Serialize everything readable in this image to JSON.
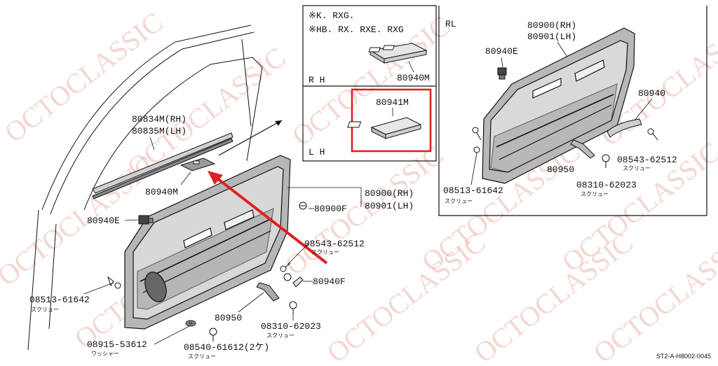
{
  "inset": {
    "rh_models_line1": "※K. RXG.",
    "rh_models_line2": "※HB. RX. RXE. RXG",
    "rh_tag": "R H",
    "rh_part": "80940M",
    "lh_tag": "L H",
    "lh_part": "80941M"
  },
  "right_view": {
    "tag": "RL",
    "part_rh": "80900(RH)",
    "part_lh": "80901(LH)",
    "clip": "80940E",
    "handle": "80940",
    "screw_a": "08543-62512",
    "screw_a_note": "スクリュー",
    "handle_b": "80950",
    "screw_b": "08310-62023",
    "screw_b_note": "スクリュー",
    "screw_c": "08513-61642",
    "screw_c_note": "スクリュー"
  },
  "left_view": {
    "weatherstrip_rh": "80834M(RH)",
    "weatherstrip_lh": "80835M(LH)",
    "switch_base": "80940M",
    "clip": "80940E",
    "trim_rh": "80900(RH)",
    "trim_lh": "80901(LH)",
    "clip_f": "80900F",
    "screw_a": "08543-62512",
    "screw_a_note": "スクリュー",
    "clip_g": "80940F",
    "screw_c": "08513-61642",
    "screw_c_note": "スクリュー",
    "handle_b": "80950",
    "screw_b": "08310-62023",
    "screw_b_note": "スクリュー",
    "washer": "08915-53612",
    "washer_note": "ワッシャー",
    "screw_d": "08540-61612(2ケ)",
    "screw_d_note": "スクリュー"
  },
  "watermark": "OCTOCLASSIC",
  "footer_code": "ST2-A-H8002-0045",
  "colors": {
    "highlight": "#e02020",
    "watermark": "#e8b7b0",
    "ink": "#111111"
  }
}
